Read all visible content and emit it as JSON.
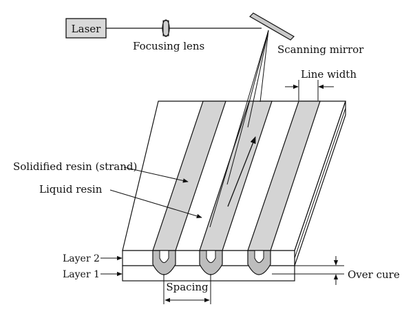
{
  "labels": {
    "laser": "Laser",
    "focusing_lens": "Focusing lens",
    "scanning_mirror": "Scanning mirror",
    "line_width": "Line width",
    "solidified_resin": "Solidified resin (strand)",
    "liquid_resin": "Liquid resin",
    "layer_2": "Layer 2",
    "layer_1": "Layer 1",
    "spacing": "Spacing",
    "over_cure": "Over cure"
  },
  "colors": {
    "stroke": "#111111",
    "strand_fill": "#d4d4d4",
    "cure_fill": "#bdbdbd",
    "background": "#ffffff"
  }
}
